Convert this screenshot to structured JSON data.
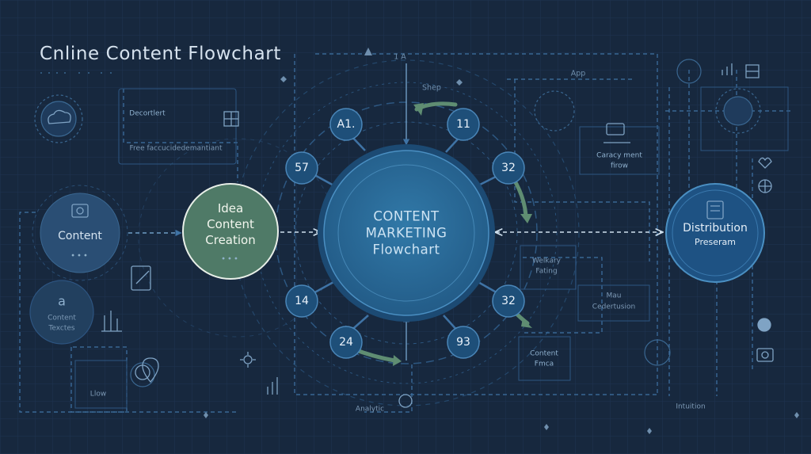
{
  "title": "Cnline Content Flowchart",
  "center": {
    "line1": "CONTENT",
    "line2": "MARKETING",
    "line3": "Flowchart"
  },
  "idea_node": {
    "line1": "Idea",
    "line2": "Content",
    "line3": "Creation"
  },
  "content_node": {
    "label": "Content"
  },
  "distribution_node": {
    "line1": "Distribution",
    "line2": "Preseram"
  },
  "number_nodes": [
    "A1.",
    "11",
    "32",
    "32",
    "93",
    "24",
    "14",
    "57"
  ],
  "labels": {
    "top_label": "1 A",
    "shop": "Shep",
    "app": "App",
    "decorlet": "Decortlert",
    "free_text": "Free faccucidedemantiant",
    "content_tracks_1": "Content",
    "content_tracks_2": "Texctes",
    "law": "Llow",
    "capacity_1": "Caracy ment",
    "capacity_2": "firow",
    "welkary_1": "Welkary",
    "welkary_2": "Fating",
    "mau_1": "Mau",
    "mau_2": "Cedertusion",
    "content_fmca_1": "Content",
    "content_fmca_2": "Fmca",
    "analytic": "Analytic",
    "intuition": "Intuition"
  },
  "colors": {
    "background": "#17283e",
    "line": "#3f73a5",
    "center_fill": "#2a6593",
    "idea_fill": "#4f7a67",
    "node_fill": "#1e4f79",
    "arrow_green": "#5f8d72"
  },
  "icons": [
    "cloud-chat-icon",
    "rocket-icon",
    "layout-icon",
    "document-icon",
    "gear-icon",
    "globe-icon",
    "heart-icon",
    "bar-chart-icon",
    "map-pin-icon",
    "camera-icon"
  ]
}
